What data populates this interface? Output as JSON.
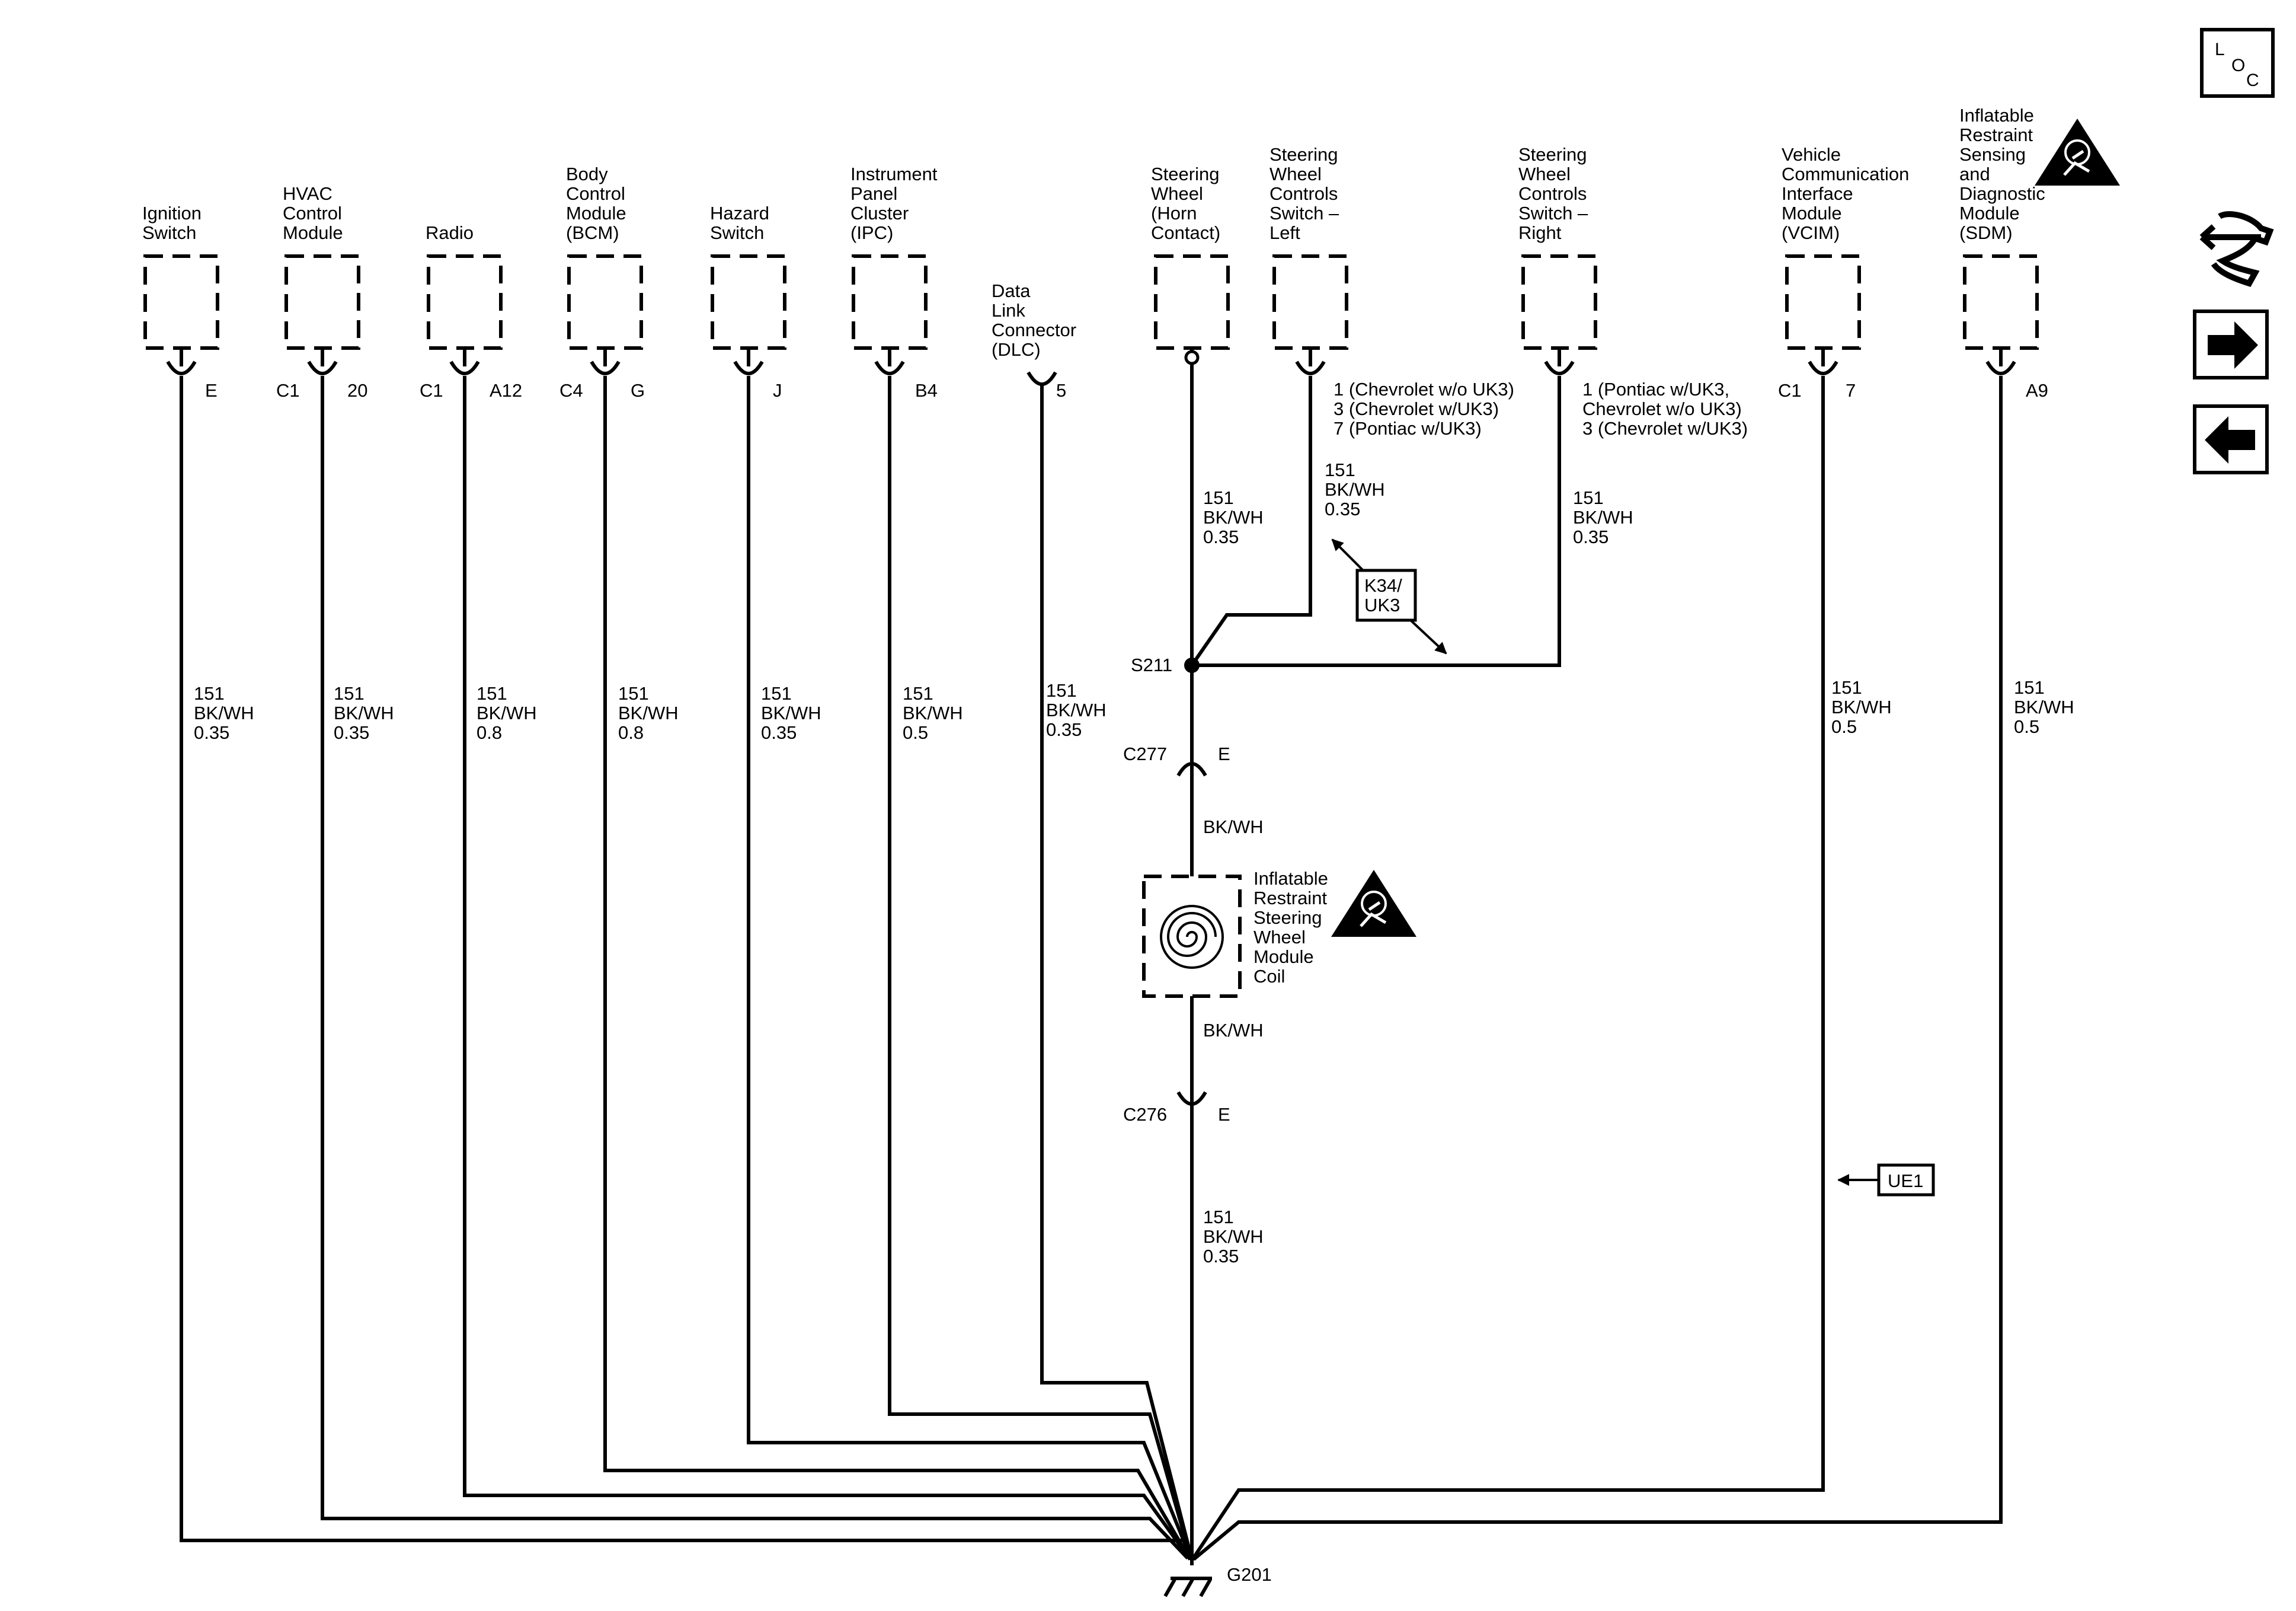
{
  "components": [
    {
      "id": "ignition",
      "name": [
        "Ignition",
        "Switch"
      ],
      "pins": [
        "",
        "E"
      ]
    },
    {
      "id": "hvac",
      "name": [
        "HVAC",
        "Control",
        "Module"
      ],
      "pins": [
        "C1",
        "20"
      ]
    },
    {
      "id": "radio",
      "name": [
        "Radio"
      ],
      "pins": [
        "C1",
        "A12"
      ]
    },
    {
      "id": "bcm",
      "name": [
        "Body",
        "Control",
        "Module",
        "(BCM)"
      ],
      "pins": [
        "C4",
        "G"
      ]
    },
    {
      "id": "hazard",
      "name": [
        "Hazard",
        "Switch"
      ],
      "pins": [
        "",
        "J"
      ]
    },
    {
      "id": "ipc",
      "name": [
        "Instrument",
        "Panel",
        "Cluster",
        "(IPC)"
      ],
      "pins": [
        "",
        "B4"
      ]
    },
    {
      "id": "dlc",
      "name": [
        "Data",
        "Link",
        "Connector",
        "(DLC)"
      ],
      "pins": [
        "",
        "5"
      ]
    },
    {
      "id": "steering-horn",
      "name": [
        "Steering",
        "Wheel",
        "(Horn",
        "Contact)"
      ],
      "pins": [
        "",
        ""
      ]
    },
    {
      "id": "swc-left",
      "name": [
        "Steering",
        "Wheel",
        "Controls",
        "Switch –",
        "Left"
      ],
      "pins": [
        "1 (Chevrolet w/o UK3)",
        "3 (Chevrolet w/UK3)",
        "7 (Pontiac w/UK3)"
      ]
    },
    {
      "id": "swc-right",
      "name": [
        "Steering",
        "Wheel",
        "Controls",
        "Switch –",
        "Right"
      ],
      "pins": [
        "1 (Pontiac w/UK3,",
        "Chevrolet w/o UK3)",
        "3 (Chevrolet w/UK3)"
      ]
    },
    {
      "id": "vcim",
      "name": [
        "Vehicle",
        "Communication",
        "Interface",
        "Module",
        "(VCIM)"
      ],
      "pins": [
        "C1",
        "7"
      ]
    },
    {
      "id": "sdm",
      "name": [
        "Inflatable",
        "Restraint",
        "Sensing",
        "and",
        "Diagnostic",
        "Module",
        "(SDM)"
      ],
      "pins": [
        "",
        "A9"
      ]
    }
  ],
  "wires": [
    {
      "id": "ignition",
      "label": [
        "151",
        "BK/WH",
        "0.35"
      ]
    },
    {
      "id": "hvac",
      "label": [
        "151",
        "BK/WH",
        "0.35"
      ]
    },
    {
      "id": "radio",
      "label": [
        "151",
        "BK/WH",
        "0.8"
      ]
    },
    {
      "id": "bcm",
      "label": [
        "151",
        "BK/WH",
        "0.8"
      ]
    },
    {
      "id": "hazard",
      "label": [
        "151",
        "BK/WH",
        "0.35"
      ]
    },
    {
      "id": "ipc",
      "label": [
        "151",
        "BK/WH",
        "0.5"
      ]
    },
    {
      "id": "dlc",
      "label": [
        "151",
        "BK/WH",
        "0.35"
      ]
    },
    {
      "id": "horn",
      "label": [
        "151",
        "BK/WH",
        "0.35"
      ]
    },
    {
      "id": "swc-left",
      "label": [
        "151",
        "BK/WH",
        "0.35"
      ]
    },
    {
      "id": "swc-right",
      "label": [
        "151",
        "BK/WH",
        "0.35"
      ]
    },
    {
      "id": "vcim",
      "label": [
        "151",
        "BK/WH",
        "0.5"
      ]
    },
    {
      "id": "sdm",
      "label": [
        "151",
        "BK/WH",
        "0.5"
      ]
    },
    {
      "id": "main-lower",
      "label": [
        "151",
        "BK/WH",
        "0.35"
      ]
    }
  ],
  "splice": "S211",
  "connector_c277": {
    "name": "C277",
    "pin": "E"
  },
  "connector_c276": {
    "name": "C276",
    "pin": "E"
  },
  "coil_upper_wire": "BK/WH",
  "coil_lower_wire": "BK/WH",
  "coil_name": [
    "Inflatable",
    "Restraint",
    "Steering",
    "Wheel",
    "Module",
    "Coil"
  ],
  "option_box": [
    "K34/",
    "UK3"
  ],
  "ue1_box": "UE1",
  "ground": "G201",
  "nav": {
    "loc_letters": [
      "L",
      "O",
      "C"
    ],
    "icons": [
      "component-locator-icon",
      "repair-procedure-icon",
      "next-arrow-icon",
      "previous-arrow-icon"
    ]
  },
  "warning_icons": [
    "airbag-warning-icon"
  ]
}
